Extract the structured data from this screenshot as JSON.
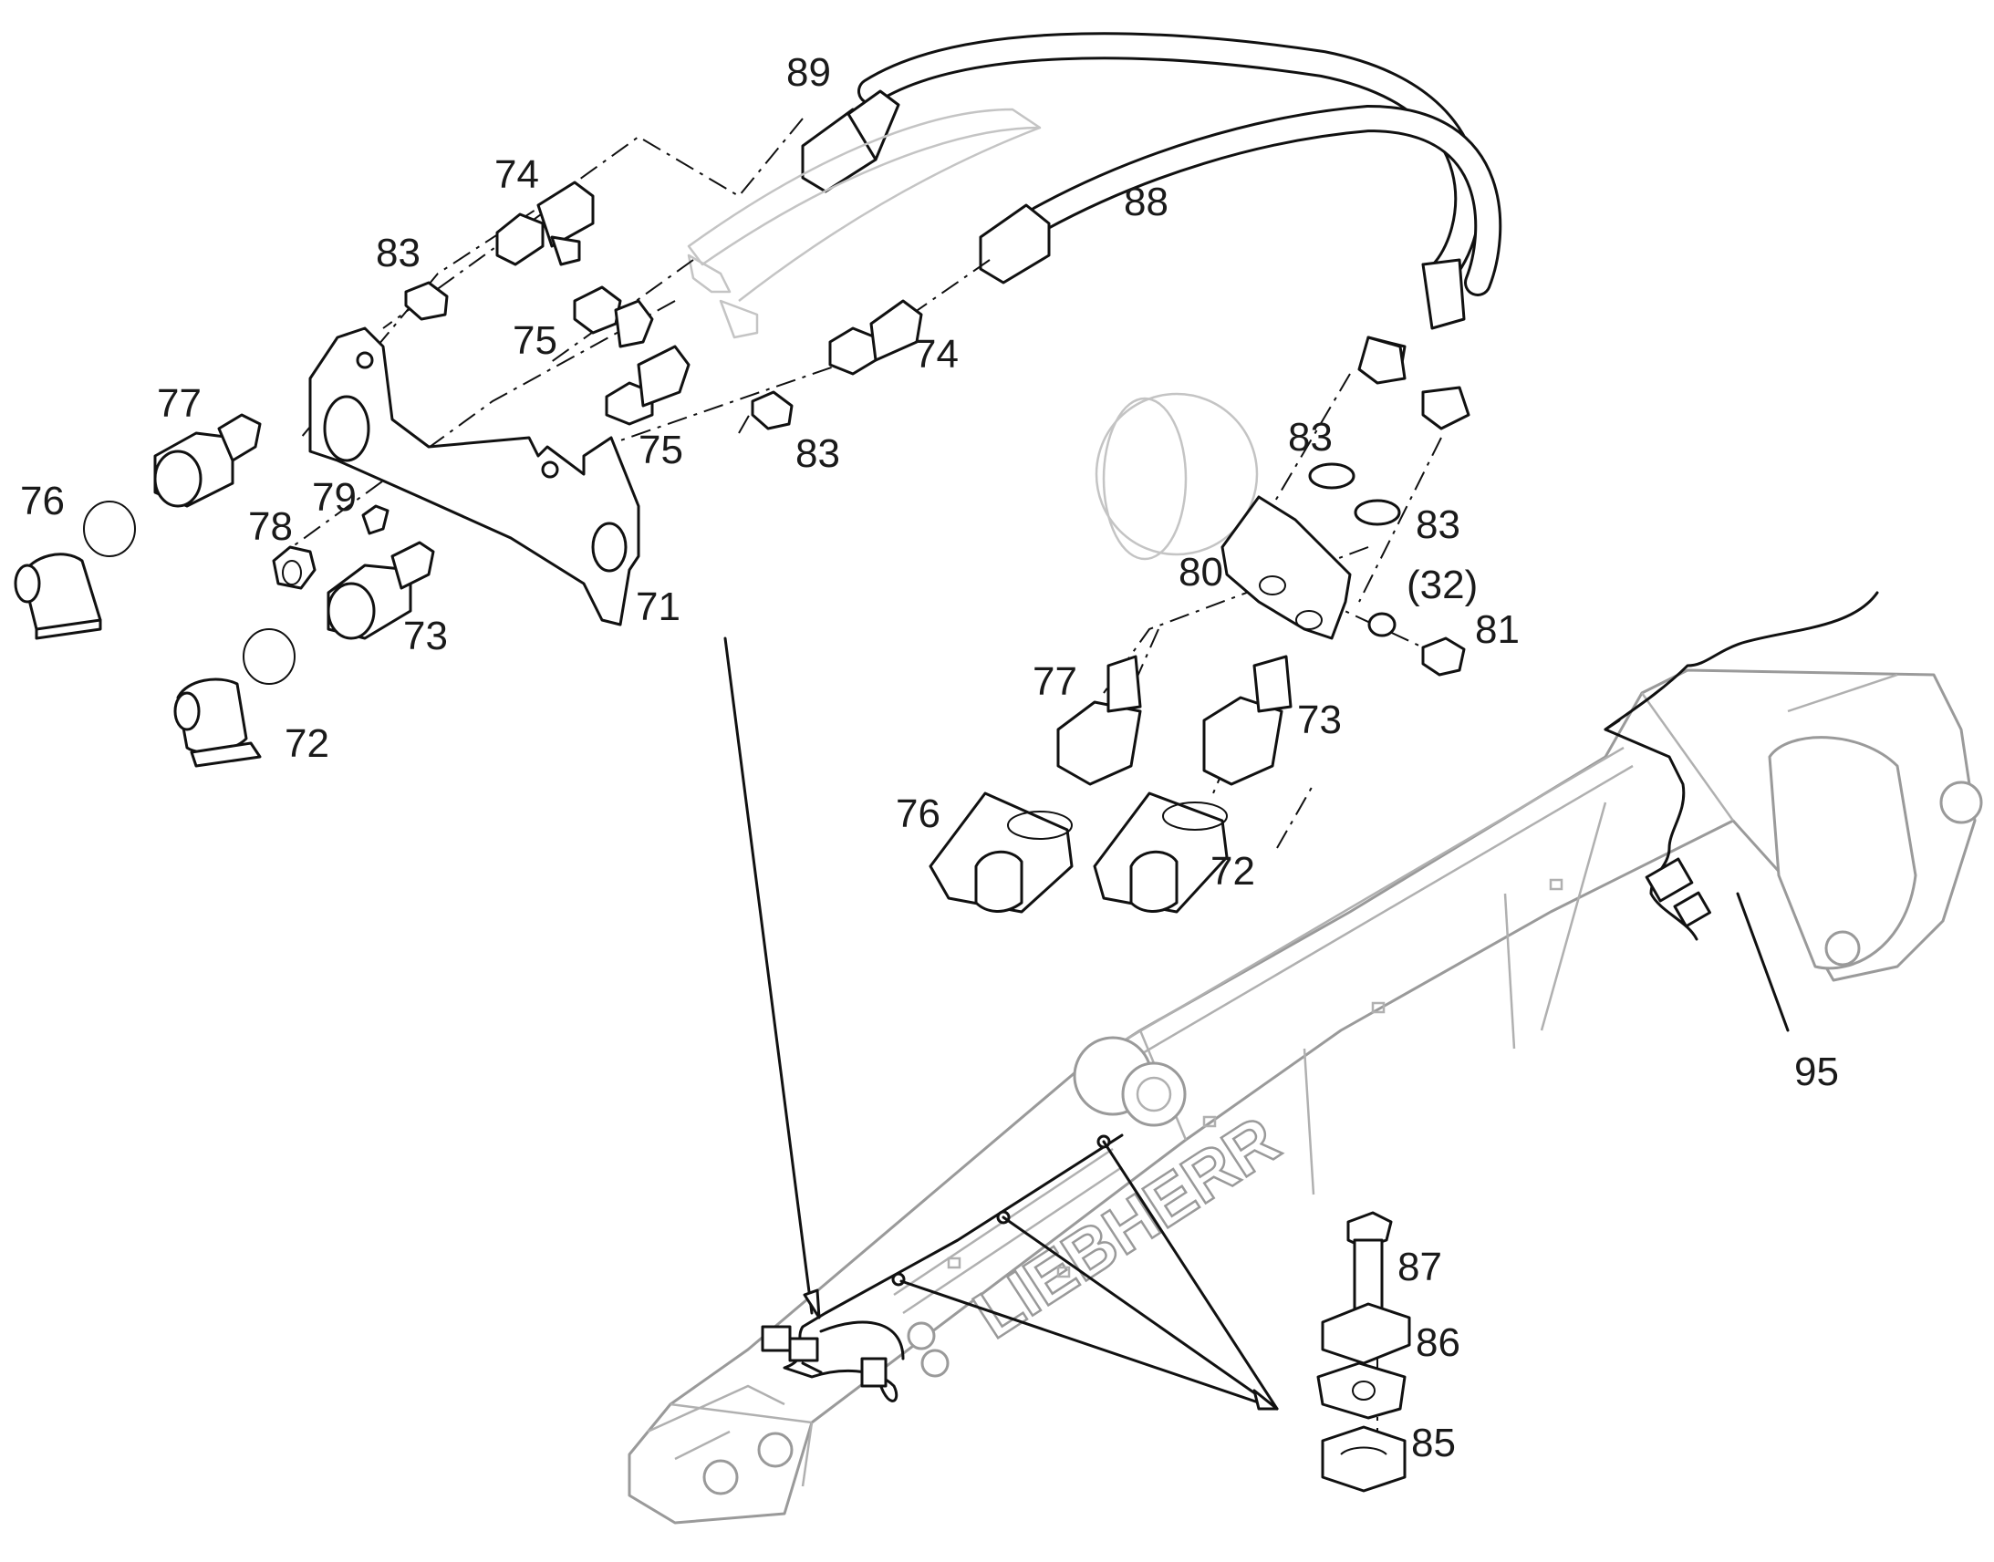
{
  "diagram": {
    "brand_logo": "LIEBHERR",
    "part_labels": [
      {
        "id": "lbl-89",
        "text": "89"
      },
      {
        "id": "lbl-74a",
        "text": "74"
      },
      {
        "id": "lbl-88",
        "text": "88"
      },
      {
        "id": "lbl-83a",
        "text": "83"
      },
      {
        "id": "lbl-75a",
        "text": "75"
      },
      {
        "id": "lbl-74b",
        "text": "74"
      },
      {
        "id": "lbl-77a",
        "text": "77"
      },
      {
        "id": "lbl-75b",
        "text": "75"
      },
      {
        "id": "lbl-83b",
        "text": "83"
      },
      {
        "id": "lbl-83c",
        "text": "83"
      },
      {
        "id": "lbl-76a",
        "text": "76"
      },
      {
        "id": "lbl-79",
        "text": "79"
      },
      {
        "id": "lbl-78",
        "text": "78"
      },
      {
        "id": "lbl-83d",
        "text": "83"
      },
      {
        "id": "lbl-80",
        "text": "80"
      },
      {
        "id": "lbl-32",
        "text": "(32)"
      },
      {
        "id": "lbl-71",
        "text": "71"
      },
      {
        "id": "lbl-73a",
        "text": "73"
      },
      {
        "id": "lbl-81",
        "text": "81"
      },
      {
        "id": "lbl-77b",
        "text": "77"
      },
      {
        "id": "lbl-73b",
        "text": "73"
      },
      {
        "id": "lbl-72a",
        "text": "72"
      },
      {
        "id": "lbl-76b",
        "text": "76"
      },
      {
        "id": "lbl-72b",
        "text": "72"
      },
      {
        "id": "lbl-95",
        "text": "95"
      },
      {
        "id": "lbl-87",
        "text": "87"
      },
      {
        "id": "lbl-86",
        "text": "86"
      },
      {
        "id": "lbl-85",
        "text": "85"
      }
    ]
  }
}
